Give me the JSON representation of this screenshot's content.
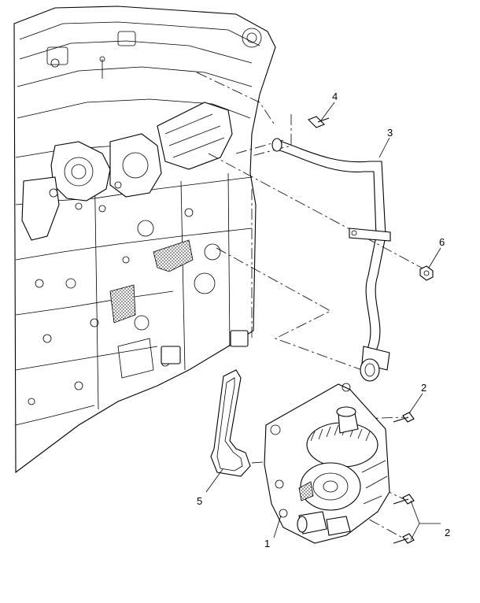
{
  "callouts": [
    {
      "id": "c1",
      "label": "1"
    },
    {
      "id": "c2a",
      "label": "2"
    },
    {
      "id": "c2b",
      "label": "2"
    },
    {
      "id": "c3",
      "label": "3"
    },
    {
      "id": "c4",
      "label": "4"
    },
    {
      "id": "c5",
      "label": "5"
    },
    {
      "id": "c6",
      "label": "6"
    }
  ],
  "parts": {
    "engine_block": "engine-block",
    "pump": "pump-assembly",
    "hose": "coolant-hose",
    "gasket": "gasket",
    "bolt_top": "bolt",
    "nut": "nut",
    "bolts_pump": "bolts"
  }
}
